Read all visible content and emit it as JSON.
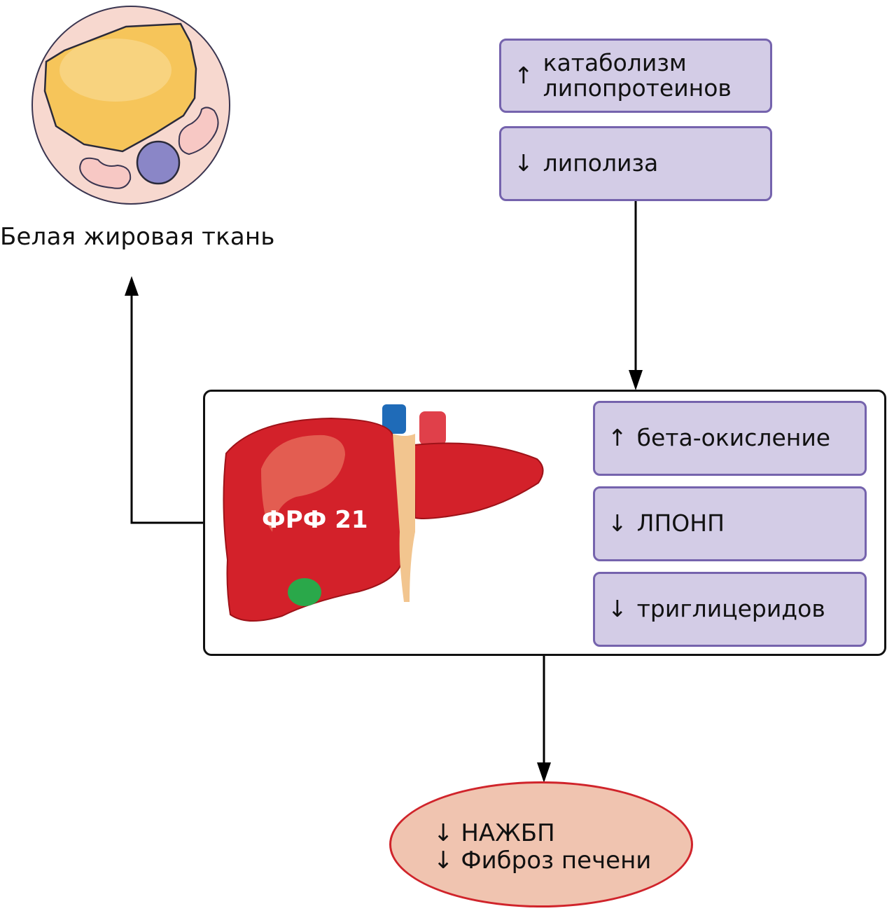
{
  "cell": {
    "label": "Белая жировая ткань",
    "icon": "white-adipocyte-icon"
  },
  "top_effects": [
    {
      "arrow": "↑",
      "text": "катаболизм\nлипопротеинов"
    },
    {
      "arrow": "↓",
      "text": "липолиза"
    }
  ],
  "liver": {
    "label": "ФРФ 21",
    "icon": "liver-icon"
  },
  "liver_effects": [
    {
      "arrow": "↑",
      "text": "бета-окисление"
    },
    {
      "arrow": "↓",
      "text": "ЛПОНП"
    },
    {
      "arrow": "↓",
      "text": "триглицеридов"
    }
  ],
  "outcome": {
    "lines": [
      {
        "arrow": "↓",
        "text": "НАЖБП"
      },
      {
        "arrow": "↓",
        "text": "Фиброз печени"
      }
    ]
  },
  "colors": {
    "box_fill": "#d3cce6",
    "box_border": "#7563ad",
    "outcome_fill": "#f0c4b0",
    "outcome_border": "#d0242b",
    "liver_red": "#d3212a"
  }
}
